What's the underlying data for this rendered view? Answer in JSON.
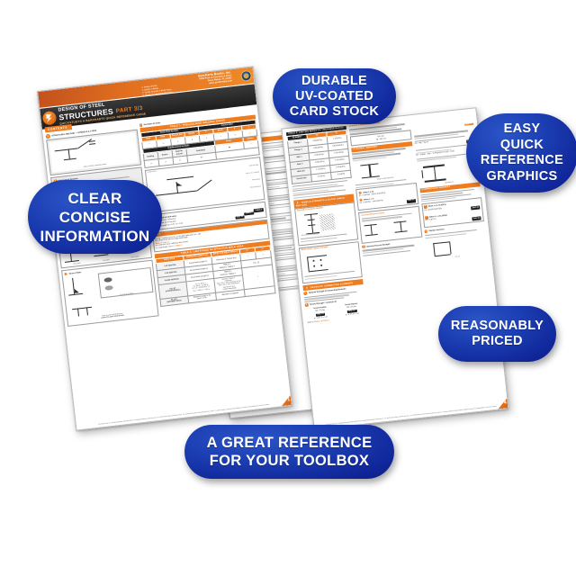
{
  "product": {
    "title_line1": "DESIGN OF STEEL",
    "title_line2": "STRUCTURES",
    "part_label": "PART 3/3",
    "subtitle": "QUICKSTUDY® A BARCHARTS QUICK REFERENCE GUIDE",
    "contents_label": "CONTENTS",
    "publisher_name": "Barcharts Books, Inc.",
    "publisher_address": "6000 Park of Commerce Blvd.\nBoca Raton, FL 33487\nwww.quickstudy.com",
    "seal_label": "certification-seal",
    "page_numbers": [
      "1",
      "3",
      "4"
    ],
    "footer_text": "©2013 BarCharts, Inc. All Rights Reserved.  QUICKSTUDY® is a registered trademark of Barcharts Inc.  ALL UNITS ARE IN kips and MPa per AISC.  U.S. STANDARDS ARE FROM AISC/ANSI 360, ASCE 7.  Customer Hotline #1.800.230.9522  Publisher assumes no responsibility for use of this material."
  },
  "badges": [
    {
      "name": "durable-uv-coated-card-stock",
      "lines": [
        "DURABLE",
        "UV-COATED",
        "CARD STOCK"
      ]
    },
    {
      "name": "clear-concise-information",
      "lines": [
        "CLEAR",
        "CONCISE",
        "INFORMATION"
      ]
    },
    {
      "name": "easy-quick-reference-graphics",
      "lines": [
        "EASY",
        "QUICK",
        "REFERENCE",
        "GRAPHICS"
      ]
    },
    {
      "name": "reasonably-priced",
      "lines": [
        "REASONABLY",
        "PRICED"
      ]
    },
    {
      "name": "a-great-reference-for-your-toolbox",
      "lines": [
        "A GREAT REFERENCE",
        "FOR YOUR TOOLBOX"
      ]
    }
  ],
  "left_card": {
    "sections": [
      {
        "number": "1",
        "title": "STRUCTURAL WELDING — SYMBOLS & TYPES"
      },
      {
        "number": "2",
        "title": "WELDMENT WELDS"
      },
      {
        "number": "3",
        "title": "TYPES OF FILLETS"
      }
    ],
    "table1": {
      "title": "TABLE 1: PREQUALIFIED WELDING JOINTS",
      "group_headers": [
        "Basic Weld Symbols",
        "Groove Weld",
        "Supplementary Symbols"
      ],
      "col_headers": [
        "Back",
        "Fillet",
        "Plug or Slot",
        "Square",
        "V",
        "Bevel",
        "U",
        "J",
        "Flare V",
        "Flare Bevel"
      ],
      "row_labels": [
        "Backing",
        "Spacer",
        "Weld All Around",
        "Field Weld",
        "Flush",
        "Convex"
      ]
    },
    "table2": {
      "title": "TABLE 2: LIMITATIONS OF EFFECTIVE WELD AREA",
      "col_headers": [
        "WELD TYPE",
        "EFFECTIVE LENGTH (L)",
        "EFFECTIVE WELD THROAT",
        "e¹",
        "e²"
      ],
      "rows": [
        [
          "CJP GROOVE",
          "Actual Weld Length (L)",
          "Thickness of Thinner Part",
          "",
          ""
        ],
        [
          "PJP GROOVE",
          "Actual Weld Length (L)",
          "TABLE 3\nMinimum: TABLE 4",
          "",
          "FIG. 20"
        ],
        [
          "FLARE GROOVE",
          "Actual Weld Length (L)",
          "TABLE 5\nMinimum: TABLE 4",
          "",
          ""
        ],
        [
          "FILLET (LONGITUDINAL)",
          "For L ≤ 100 w: L\nFor 100 w < L ≤ 300 w:\nβ = 1.2 − 0.002(L/w) ≤ 1.0\nFor L > 300 w: L = 180 w",
          "Minimum: TABLE 4\nMaximum:\nPart ≤ 1/4 in. thick: thickness of Part\nPart ≥ 1/4 in. thick: thickness of Part minus 1/16 in.\n(unless weld is designated on drawing)",
          "",
          ""
        ],
        [
          "FILLET (INTERMITTENT)",
          "Segment Length ≥ 4w and ≥ 1.5 in.",
          "",
          "",
          ""
        ]
      ],
      "note": "WELDING LOADING"
    }
  },
  "middle_card": {
    "visible_edge_label": "partially-hidden-card"
  },
  "right_card": {
    "sections": [
      {
        "number": "3",
        "title": "TENSILE STRENGTH & BLOCK SHEAR RUPTURE"
      },
      {
        "number": "4",
        "title": "DESIGN OF CONNECTING ELEMENTS"
      }
    ],
    "notes": [
      "Nominal Strength of Connecting Elements",
      "Strength of tension member",
      "Block shear rupture strength",
      "Tensile Yielding",
      "Tensile Rupture"
    ],
    "formulas": [
      "Rn = Fy Ag",
      "Rn = Fu Ae",
      "φ = 0.90 ; Ω = 1.67",
      "φ = 0.75 ; Ω = 2.00",
      "Rn = 0.60Fu Anv + Ubs Fu Ant ≤ 0.60Fy Agv + Ubs Fu Ant"
    ],
    "refs": [
      "Refer to TABLE 1",
      "Refer to TABLE 2",
      "AISC J4",
      "AISC J2.4",
      "TABLE 9"
    ]
  },
  "colors": {
    "badge_blue": "#10279a",
    "accent_orange": "#ef7c1f",
    "header_dark": "#1f1f1f",
    "card_white": "#ffffff",
    "page_background": "#ffffff"
  }
}
